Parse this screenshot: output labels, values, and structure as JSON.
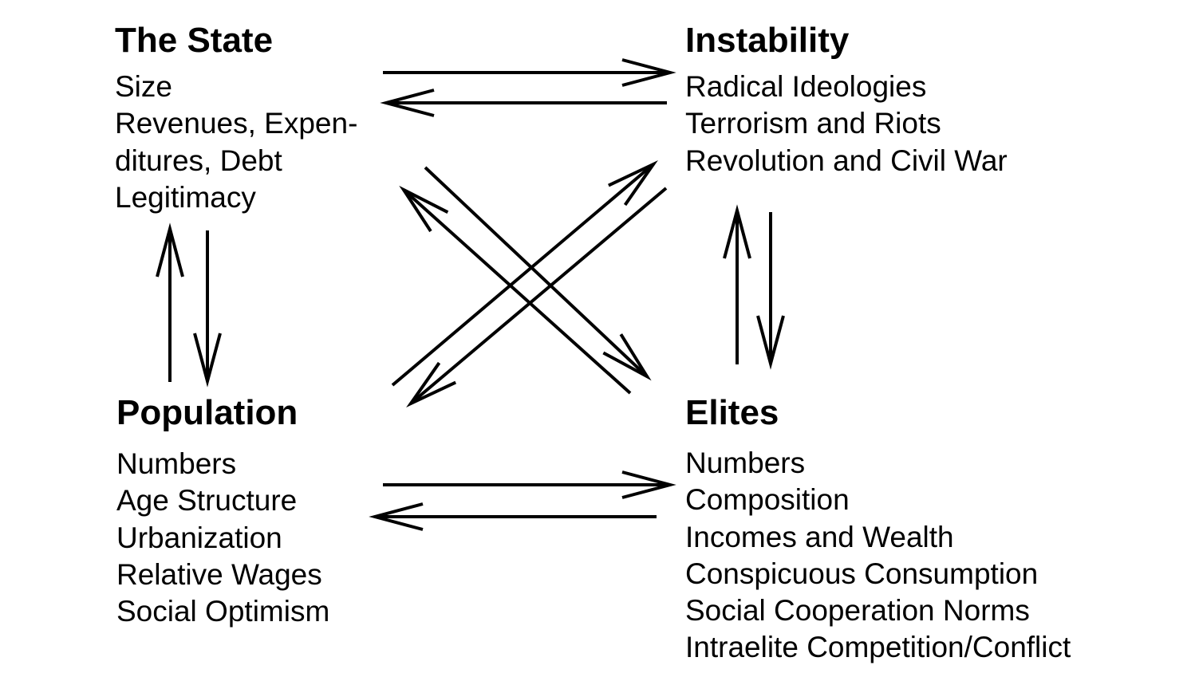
{
  "nodes": {
    "state": {
      "title": "The State",
      "items": [
        "Size",
        "Revenues, Expen-",
        "ditures, Debt",
        "Legitimacy"
      ]
    },
    "instability": {
      "title": "Instability",
      "items": [
        "Radical Ideologies",
        "Terrorism and Riots",
        "Revolution and Civil War"
      ]
    },
    "population": {
      "title": "Population",
      "items": [
        "Numbers",
        "Age Structure",
        "Urbanization",
        "Relative Wages",
        "Social Optimism"
      ]
    },
    "elites": {
      "title": "Elites",
      "items": [
        "Numbers",
        "Composition",
        "Incomes and Wealth",
        "Conspicuous Consumption",
        "Social Cooperation Norms",
        "Intraelite Competition/Conflict"
      ]
    }
  },
  "edges": [
    {
      "from": "state",
      "to": "instability"
    },
    {
      "from": "instability",
      "to": "state"
    },
    {
      "from": "population",
      "to": "state"
    },
    {
      "from": "state",
      "to": "population"
    },
    {
      "from": "instability",
      "to": "elites"
    },
    {
      "from": "elites",
      "to": "instability"
    },
    {
      "from": "population",
      "to": "elites"
    },
    {
      "from": "elites",
      "to": "population"
    },
    {
      "from": "state",
      "to": "elites"
    },
    {
      "from": "elites",
      "to": "state"
    },
    {
      "from": "population",
      "to": "instability"
    },
    {
      "from": "instability",
      "to": "population"
    }
  ],
  "colors": {
    "text": "#000000",
    "arrow": "#000000",
    "background": "#ffffff"
  }
}
